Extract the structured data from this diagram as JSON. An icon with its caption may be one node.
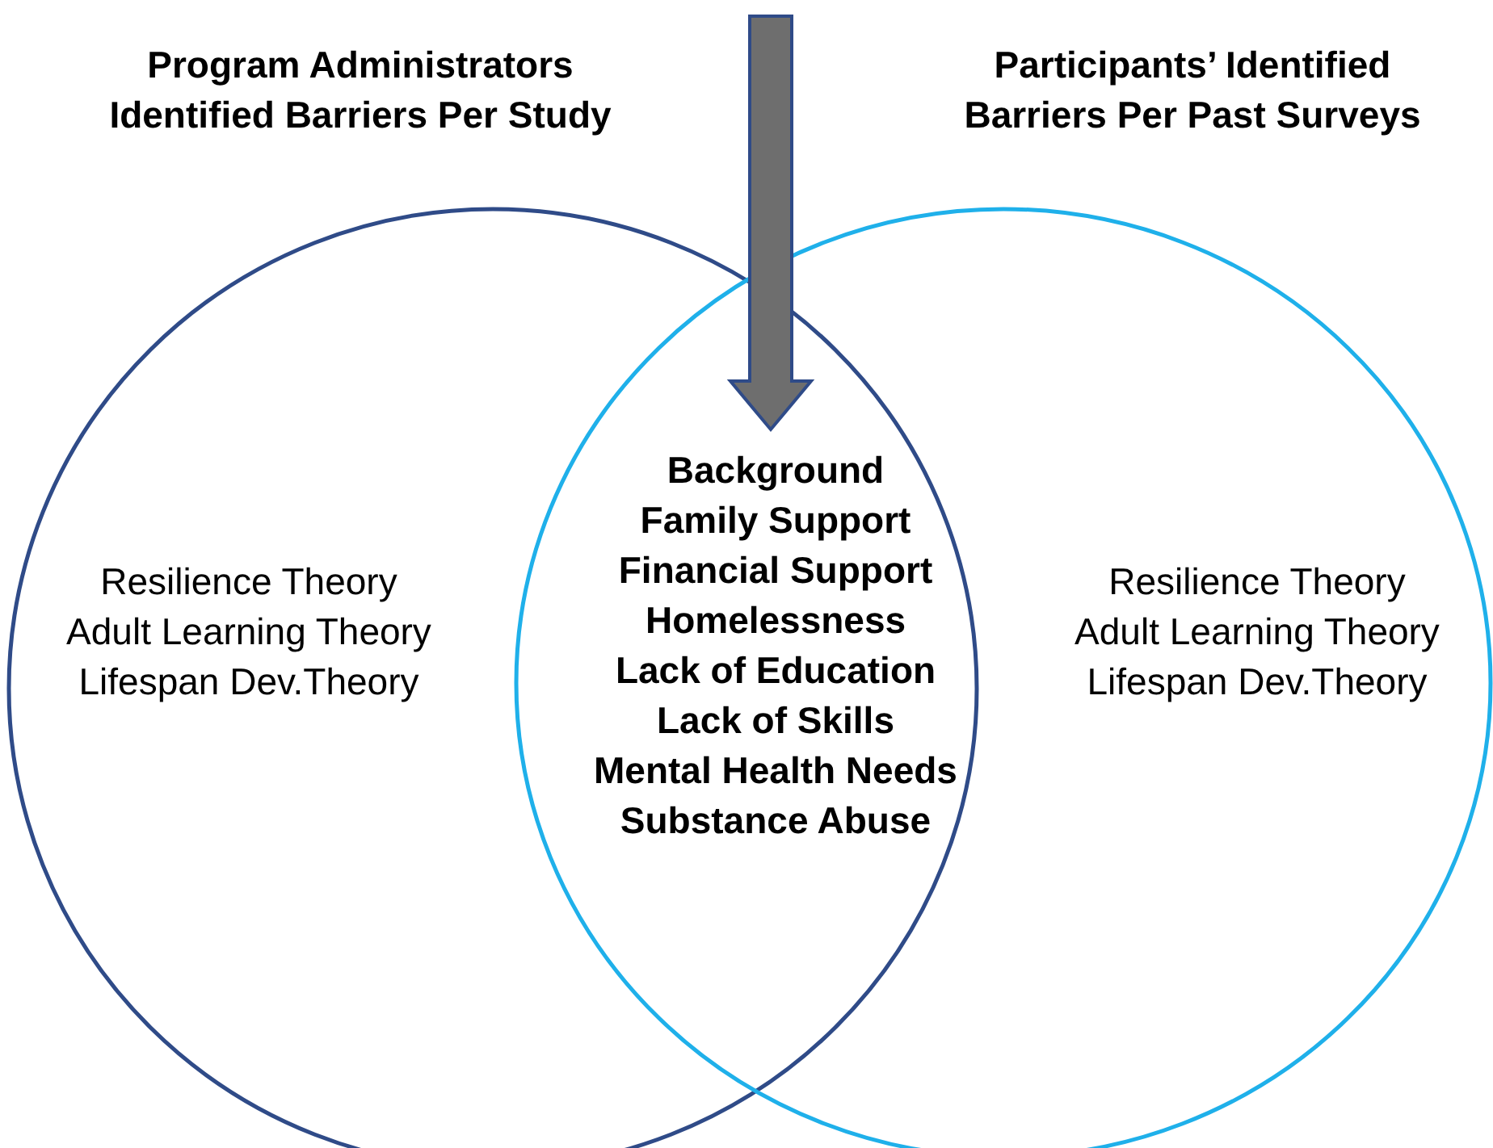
{
  "diagram": {
    "nodes": [
      {
        "text": [
          "Program Administrators Identified Barriers Per Study",
          "Resilience Theory",
          "Adult Learning Theory",
          "Lifespan Dev.Theory"
        ]
      },
      {
        "text": [
          "Participants’ Identified Barriers Per Past Surveys",
          "Resilience Theory",
          "Adult Learning Theory",
          "Lifespan Dev.Theory"
        ]
      },
      {
        "text": [
          "Background",
          "Family Support",
          "Financial Support",
          "Homelessness",
          "Lack of Education",
          "Lack of Skills",
          "Mental Health Needs",
          "Substance Abuse"
        ]
      }
    ],
    "edges": [
      {
        "from": null,
        "to": 2,
        "arrow": "to"
      }
    ]
  }
}
